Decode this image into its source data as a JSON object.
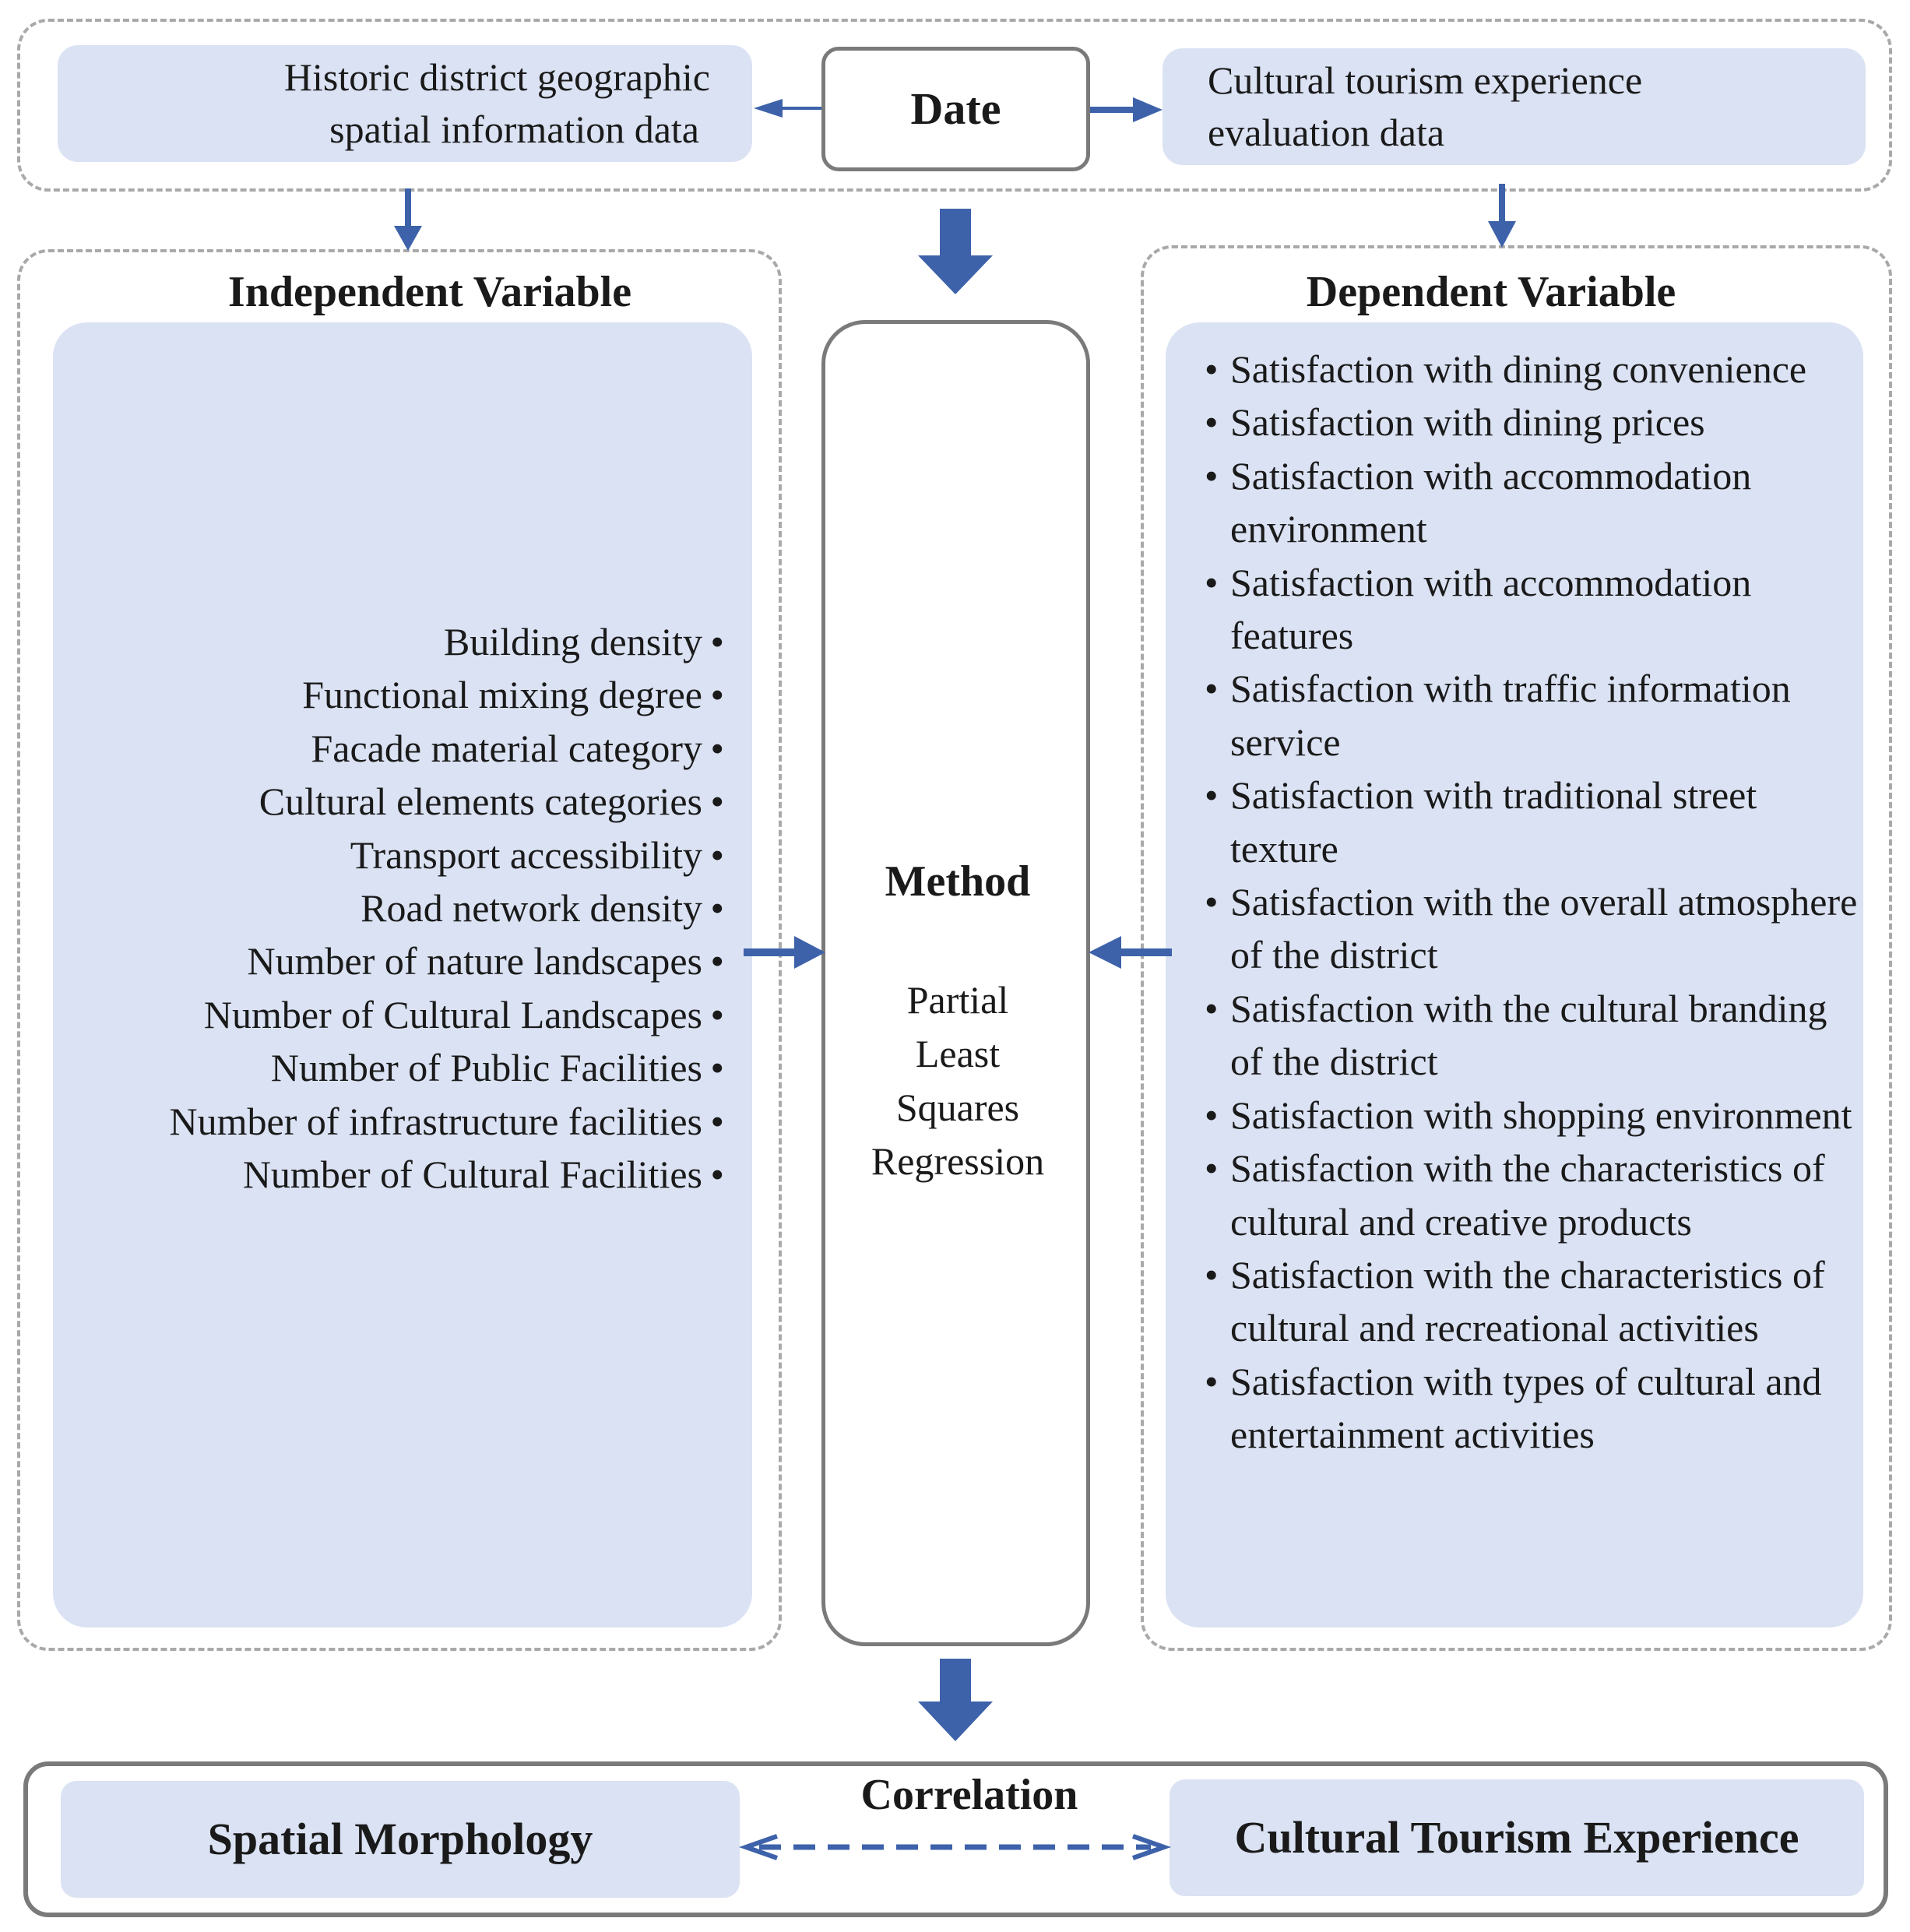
{
  "data_section": {
    "center_label": "Date",
    "left_source": "Historic district geographic spatial information data",
    "left_source_lines": [
      "Historic district geographic",
      "spatial information data"
    ],
    "right_source": "Cultural tourism experience evaluation data",
    "right_source_lines": [
      "Cultural tourism experience",
      "evaluation data"
    ]
  },
  "independent": {
    "heading": "Independent Variable",
    "bullet": "•",
    "items": [
      "Building density",
      "Functional mixing degree",
      "Facade material category",
      "Cultural elements categories",
      "Transport accessibility",
      "Road network density",
      "Number of nature landscapes",
      "Number of Cultural Landscapes",
      "Number of Public Facilities",
      "Number of infrastructure facilities",
      "Number of Cultural Facilities"
    ]
  },
  "method": {
    "heading": "Method",
    "lines": [
      "Partial",
      "Least",
      "Squares",
      "Regression"
    ]
  },
  "dependent": {
    "heading": "Dependent Variable",
    "bullet": "•",
    "items": [
      "Satisfaction with dining convenience",
      "Satisfaction with dining prices",
      "Satisfaction with accommodation environment",
      "Satisfaction with accommodation features",
      "Satisfaction with traffic information service",
      "Satisfaction with traditional street texture",
      "Satisfaction with the overall atmosphere of the district",
      "Satisfaction with the cultural branding of the district",
      "Satisfaction with shopping environment",
      "Satisfaction with the characteristics of cultural and creative products",
      "Satisfaction with the characteristics of cultural and recreational activities",
      "Satisfaction with types of cultural and entertainment activities"
    ]
  },
  "result": {
    "left": "Spatial Morphology",
    "relation": "Correlation",
    "right": "Cultural Tourism Experience"
  },
  "colors": {
    "fill": "#dae2f3",
    "arrow": "#3d62aa",
    "solid_border": "#7a7a7a",
    "dashed_border": "#a9a9a9"
  }
}
